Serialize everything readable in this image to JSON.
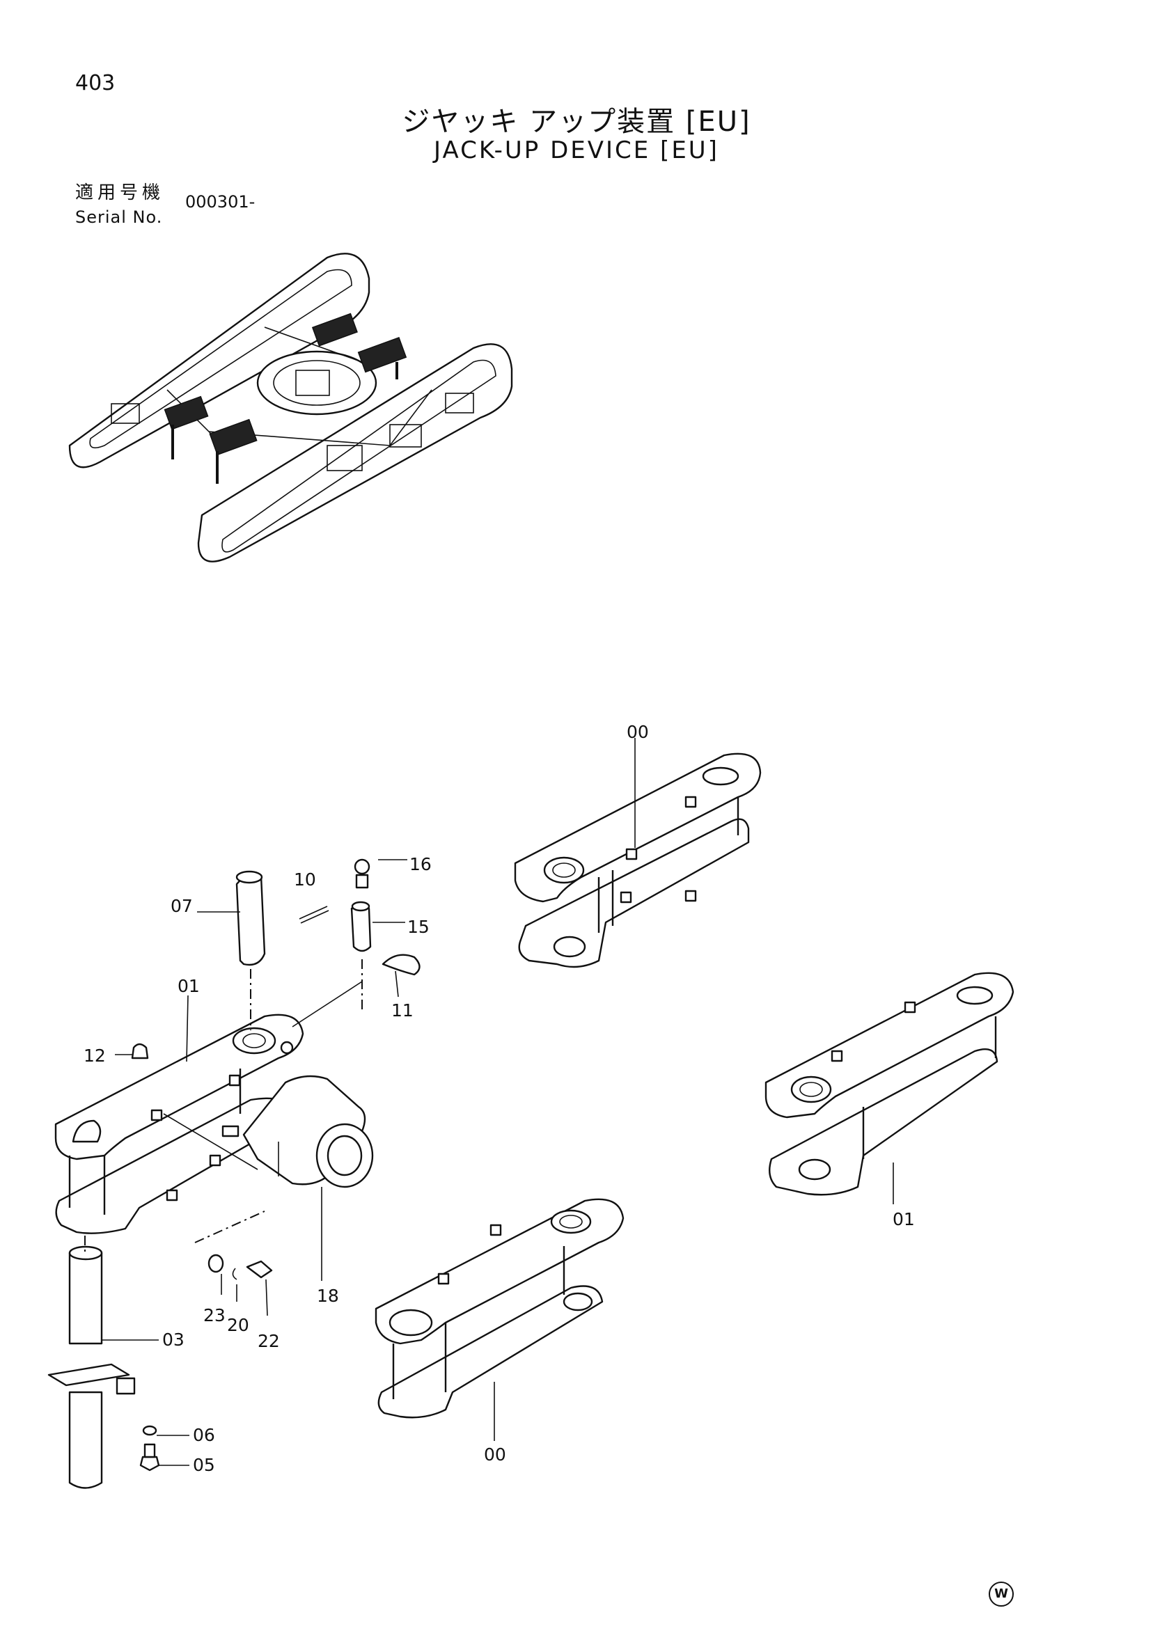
{
  "page": {
    "number": "403",
    "title_ja": "ジヤッキ アップ装置 [EU]",
    "title_en": "JACK-UP DEVICE [EU]",
    "serial_label_ja": "適用号機",
    "serial_label_en": "Serial No.",
    "serial_value": "000301-"
  },
  "callouts": [
    {
      "id": "00-top",
      "label": "00"
    },
    {
      "id": "16",
      "label": "16"
    },
    {
      "id": "10",
      "label": "10"
    },
    {
      "id": "07",
      "label": "07"
    },
    {
      "id": "15",
      "label": "15"
    },
    {
      "id": "11",
      "label": "11"
    },
    {
      "id": "01-left",
      "label": "01"
    },
    {
      "id": "12",
      "label": "12"
    },
    {
      "id": "18",
      "label": "18"
    },
    {
      "id": "23",
      "label": "23"
    },
    {
      "id": "20",
      "label": "20"
    },
    {
      "id": "22",
      "label": "22"
    },
    {
      "id": "03",
      "label": "03"
    },
    {
      "id": "06",
      "label": "06"
    },
    {
      "id": "05",
      "label": "05"
    },
    {
      "id": "01-right",
      "label": "01"
    },
    {
      "id": "00-bottom",
      "label": "00"
    }
  ],
  "watermark": "W"
}
